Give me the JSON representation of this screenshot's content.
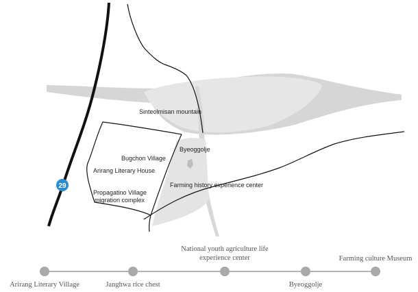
{
  "map": {
    "labels": {
      "mountain": "Sinteolmisan mountain",
      "bugchon": "Bugchon Village",
      "arirang_house": "Arirang Literary House",
      "propagatino_line1": "Propagatino Village",
      "propagatino_line2": "migration complex",
      "byeoggolje": "Byeoggolje",
      "farming_center": "Farming history experience center"
    },
    "route_badge": "29",
    "colors": {
      "road": "#111111",
      "area_fill": "#e4e4e4",
      "band_fill": "#d6d6d6",
      "badge": "#2d8ccc",
      "timeline_line": "#b5b5b5",
      "timeline_dot": "#a9a9a9"
    }
  },
  "timeline": {
    "stops": [
      {
        "label": "Arirang Literary Village",
        "position": "below"
      },
      {
        "label": "Janghwa rice chest",
        "position": "below"
      },
      {
        "label_lines": [
          "National youth agriculture life",
          "experience center"
        ],
        "position": "above"
      },
      {
        "label": "Byeoggolje",
        "position": "below"
      },
      {
        "label": "Farming culture Museum",
        "position": "above"
      }
    ]
  }
}
